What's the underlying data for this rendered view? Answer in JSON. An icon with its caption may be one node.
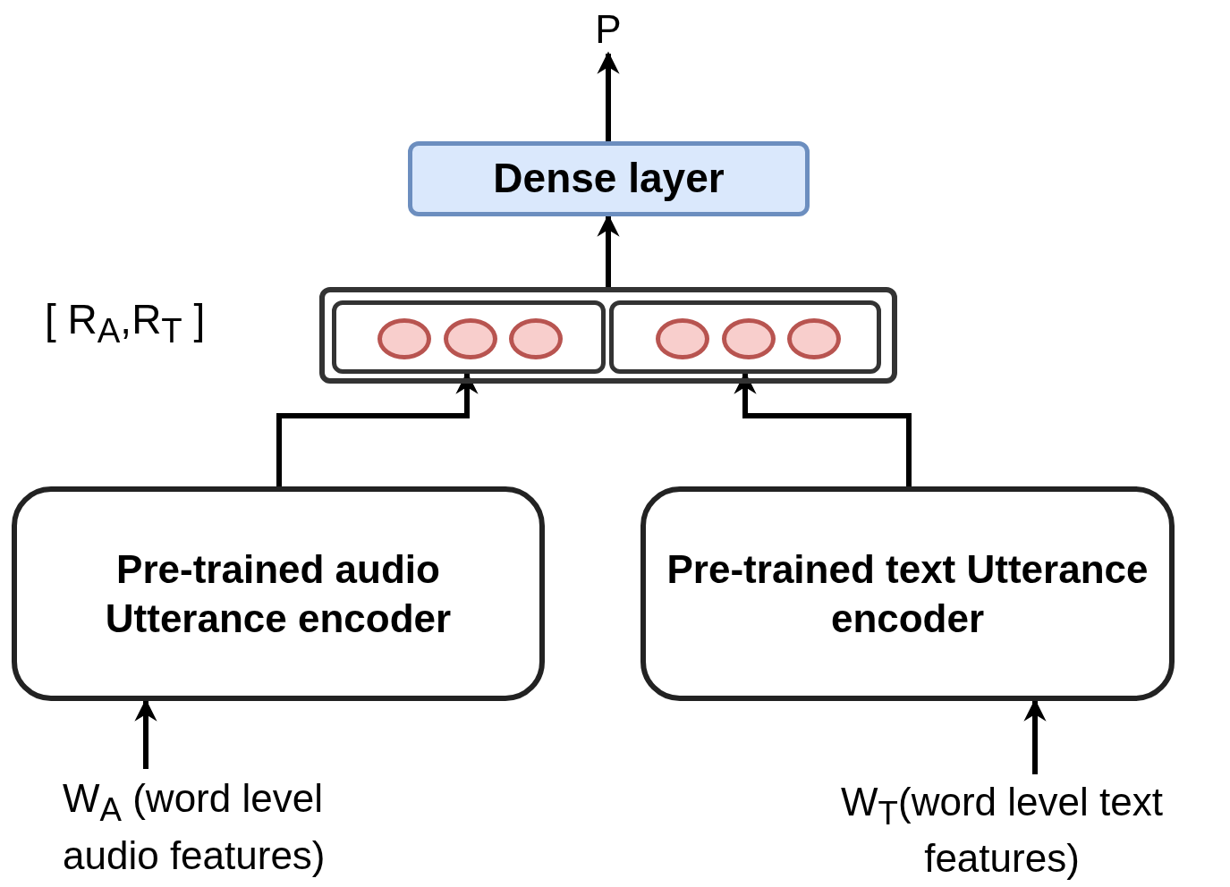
{
  "diagram": {
    "nodes": [
      {
        "text": [
          "P"
        ]
      },
      {
        "text": [
          "Dense layer"
        ]
      },
      {
        "text": [],
        "shape": "box",
        "beside": [
          "[ R$_{A}$,R$_{T}$ ]"
        ]
      },
      {
        "text": [],
        "shape": "box",
        "in": 2
      },
      {
        "text": [],
        "shape": "box",
        "in": 2
      },
      {
        "text": [],
        "shape": "circle",
        "in": 3
      },
      {
        "text": [],
        "shape": "circle",
        "in": 3
      },
      {
        "text": [],
        "shape": "circle",
        "in": 3
      },
      {
        "text": [],
        "shape": "circle",
        "in": 4
      },
      {
        "text": [],
        "shape": "circle",
        "in": 4
      },
      {
        "text": [],
        "shape": "circle",
        "in": 4
      },
      {
        "text": [
          "Pre-trained audio Utterance encoder"
        ]
      },
      {
        "text": [
          "Pre-trained text Utterance encoder"
        ]
      },
      {
        "text": [
          "W$_{A}$ (word level audio features)"
        ]
      },
      {
        "text": [
          "W$_{T}$(word level text features)"
        ]
      }
    ],
    "edges": [
      {
        "from": 13,
        "to": 11,
        "arrow": "to"
      },
      {
        "from": 14,
        "to": 12,
        "arrow": "to"
      },
      {
        "from": 11,
        "to": 3,
        "arrow": "to"
      },
      {
        "from": 12,
        "to": 4,
        "arrow": "to"
      },
      {
        "from": 2,
        "to": 1,
        "arrow": "to"
      },
      {
        "from": 1,
        "to": 0,
        "arrow": "to"
      }
    ]
  }
}
